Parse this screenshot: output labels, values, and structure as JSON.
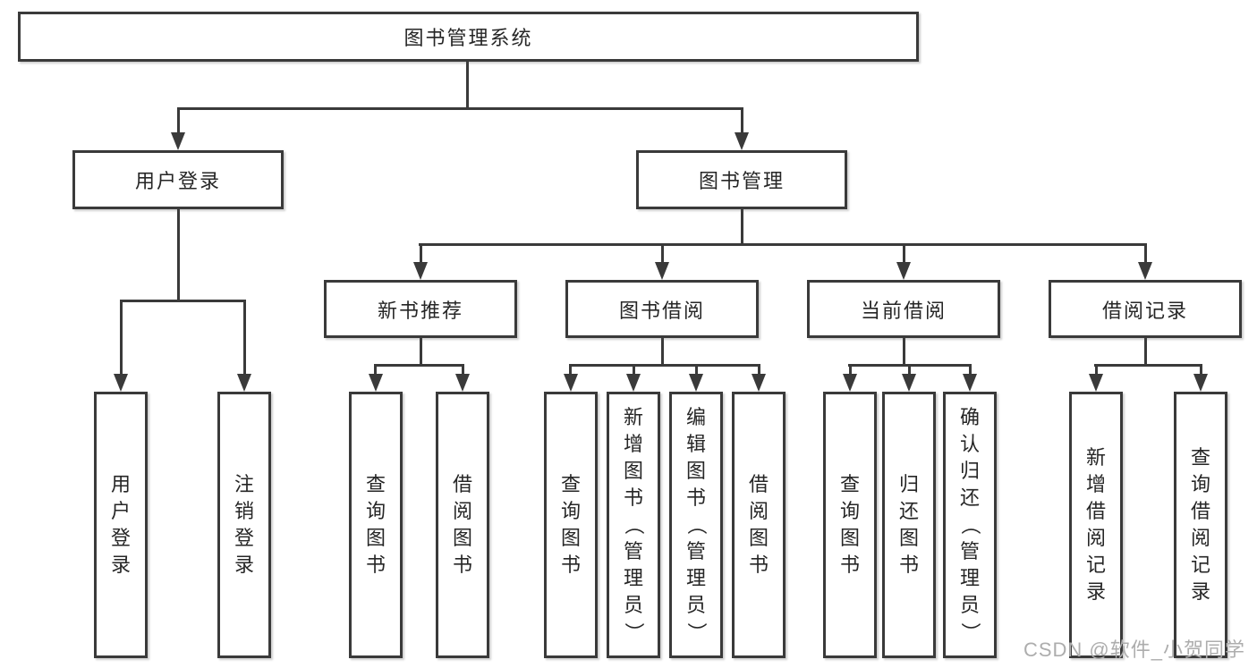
{
  "colors": {
    "line": "#3a3a3a",
    "box_border": "#3a3a3a",
    "text": "#262626",
    "watermark": "#adadad",
    "background": "#ffffff"
  },
  "tree": {
    "root": {
      "label": "图书管理系统"
    },
    "branches": [
      {
        "label": "用户登录",
        "children": [
          {
            "label": "用户登录"
          },
          {
            "label": "注销登录"
          }
        ]
      },
      {
        "label": "图书管理",
        "children": [
          {
            "label": "新书推荐",
            "children": [
              {
                "label": "查询图书"
              },
              {
                "label": "借阅图书"
              }
            ]
          },
          {
            "label": "图书借阅",
            "children": [
              {
                "label": "查询图书"
              },
              {
                "label": "新增图书（管理员）"
              },
              {
                "label": "编辑图书（管理员）"
              },
              {
                "label": "借阅图书"
              }
            ]
          },
          {
            "label": "当前借阅",
            "children": [
              {
                "label": "查询图书"
              },
              {
                "label": "归还图书"
              },
              {
                "label": "确认归还（管理员）"
              }
            ]
          },
          {
            "label": "借阅记录",
            "children": [
              {
                "label": "新增借阅记录"
              },
              {
                "label": "查询借阅记录"
              }
            ]
          }
        ]
      }
    ]
  },
  "watermark": {
    "text": "CSDN @软件_小贺同学"
  }
}
